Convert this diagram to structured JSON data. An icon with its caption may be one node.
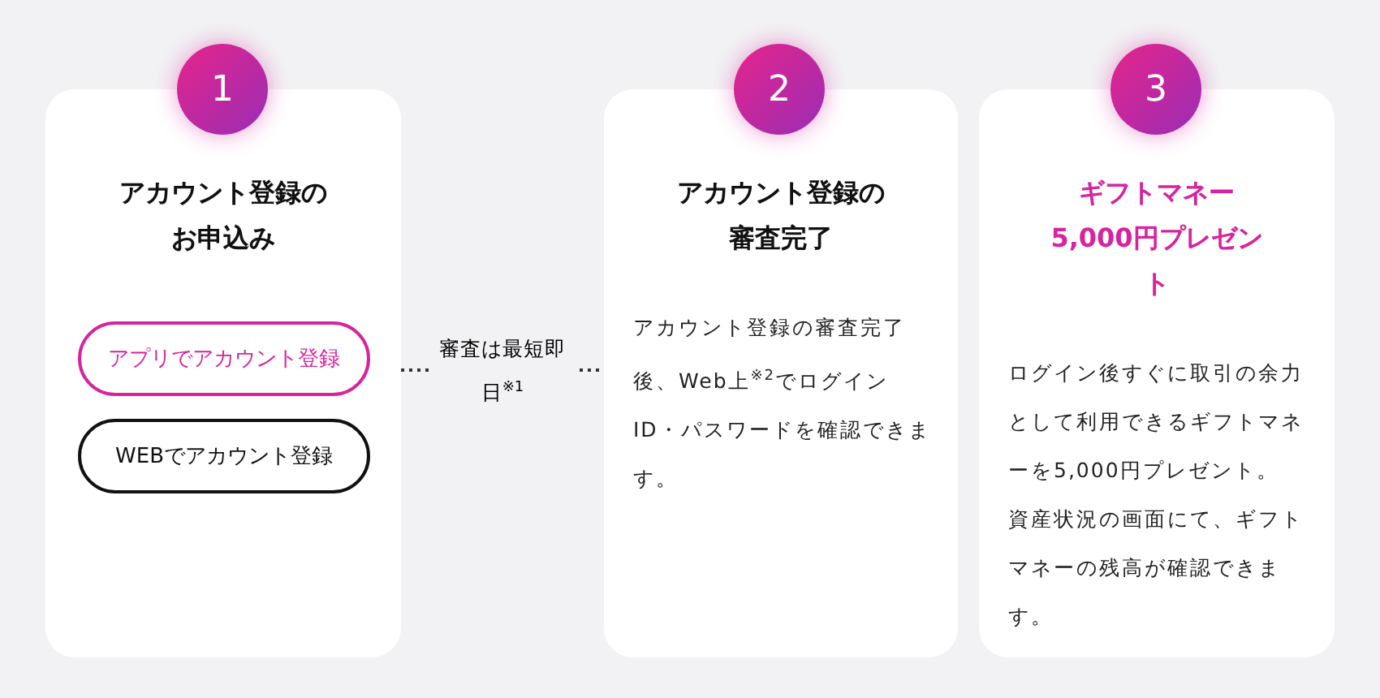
{
  "diagram": {
    "nodes": [
      {
        "text": [
          "1"
        ]
      },
      {
        "text": [
          "アカウント登録のお申込み"
        ]
      },
      {
        "text": [
          "アプリでアカウント登録"
        ],
        "in": 1
      },
      {
        "text": [
          "WEBでアカウント登録"
        ],
        "in": 1
      },
      {
        "text": [
          "2"
        ]
      },
      {
        "text": [
          "アカウント登録の審査完了",
          "アカウント登録の審査完了後、Web上$^{※2}$でログインID・パスワードを確認できます。"
        ]
      },
      {
        "text": [
          "3"
        ]
      },
      {
        "text": [
          "ギフトマネー5,000円プレゼント",
          "ログイン後すぐに取引の余力として利用できるギフトマネーを5,000円プレゼント。",
          "資産状況の画面にて、ギフトマネーの残高が確認できます。"
        ]
      }
    ],
    "edges": [
      {
        "from": 1,
        "to": 5,
        "arrow": "none",
        "label": "審査は最短即日$^{※1}$",
        "style": "dashed"
      }
    ]
  }
}
